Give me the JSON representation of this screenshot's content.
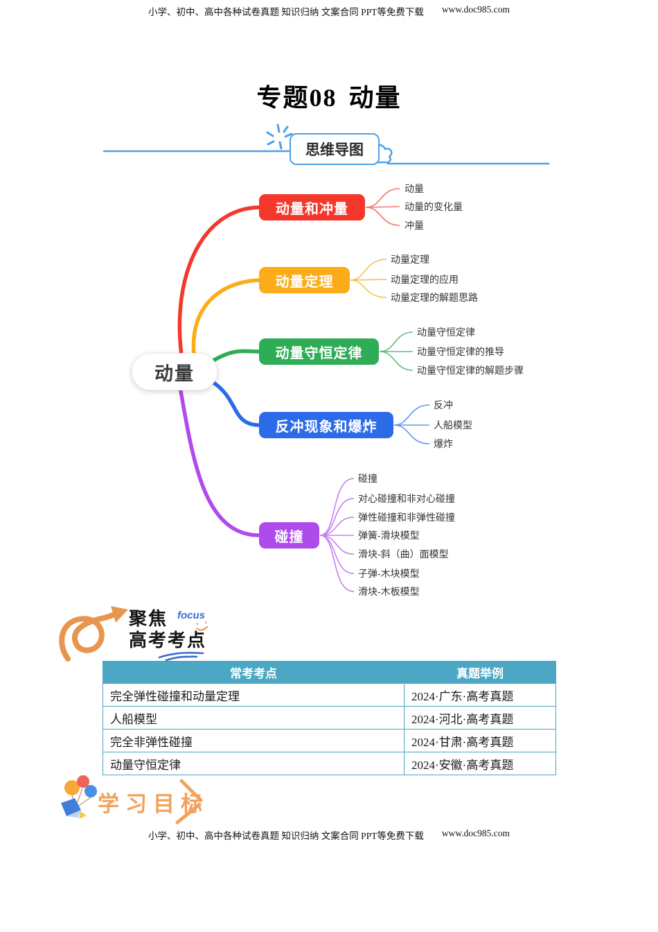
{
  "page": {
    "header_text": "小学、初中、高中各种试卷真题 知识归纳 文案合同 PPT等免费下载",
    "header_url": "www.doc985.com",
    "footer_text": "小学、初中、高中各种试卷真题 知识归纳 文案合同 PPT等免费下载",
    "footer_url": "www.doc985.com",
    "title": "专题08 动量"
  },
  "mindmap_section": {
    "label": "思维导图",
    "accent_color": "#4D9FE8",
    "icons": [
      "sparkle-icon",
      "cloud-icon"
    ]
  },
  "mindmap": {
    "root": "动量",
    "branches": [
      {
        "label": "动量和冲量",
        "color": "#F5382C",
        "line_color": "#F07568",
        "children": [
          "动量",
          "动量的变化量",
          "冲量"
        ]
      },
      {
        "label": "动量定理",
        "color": "#FBAC18",
        "line_color": "#F9BE4E",
        "children": [
          "动量定理",
          "动量定理的应用",
          "动量定理的解题思路"
        ]
      },
      {
        "label": "动量守恒定律",
        "color": "#2EAD56",
        "line_color": "#5DBE7E",
        "children": [
          "动量守恒定律",
          "动量守恒定律的推导",
          "动量守恒定律的解题步骤"
        ]
      },
      {
        "label": "反冲现象和爆炸",
        "color": "#2C6BE8",
        "line_color": "#6395EE",
        "children": [
          "反冲",
          "人船模型",
          "爆炸"
        ]
      },
      {
        "label": "碰撞",
        "color": "#AF4BEB",
        "line_color": "#C580F0",
        "children": [
          "碰撞",
          "对心碰撞和非对心碰撞",
          "弹性碰撞和非弹性碰撞",
          "弹簧-滑块模型",
          "滑块-斜（曲）面模型",
          "子弹-木块模型",
          "滑块-木板模型"
        ]
      }
    ]
  },
  "focus_section": {
    "line1": "聚焦",
    "focus_tag": "focus",
    "line2": "高考考点",
    "arrow_color": "#E8954E",
    "scribble_color": "#3A6AD4",
    "icons": [
      "swirl-arrow-icon",
      "smiley-icon",
      "scribble-underline-icon"
    ]
  },
  "table": {
    "header_bg": "#4BA7C3",
    "headers": [
      "常考考点",
      "真题举例"
    ],
    "rows": [
      [
        "完全弹性碰撞和动量定理",
        "2024·广东·高考真题"
      ],
      [
        "人船模型",
        "2024·河北·高考真题"
      ],
      [
        "完全非弹性碰撞",
        "2024·甘肃·高考真题"
      ],
      [
        "动量守恒定律",
        "2024·安徽·高考真题"
      ]
    ]
  },
  "goals_section": {
    "label": "学习目标",
    "accent_color": "#F2A25C",
    "icons": [
      "balloons-icon",
      "chevron-right-icon"
    ]
  }
}
